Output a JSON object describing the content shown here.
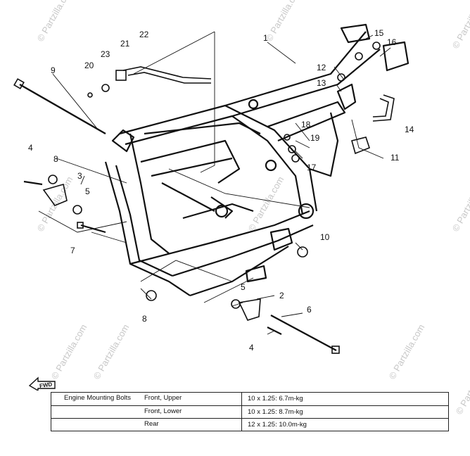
{
  "watermark": "© Partzilla.com",
  "callouts": {
    "c1": "1",
    "c2": "2",
    "c3": "3",
    "c4a": "4",
    "c4b": "4",
    "c5a": "5",
    "c5b": "5",
    "c6": "6",
    "c7": "7",
    "c8a": "8",
    "c8b": "8",
    "c9": "9",
    "c10": "10",
    "c11": "11",
    "c12": "12",
    "c13": "13",
    "c14": "14",
    "c15": "15",
    "c16": "16",
    "c17": "17",
    "c18": "18",
    "c19": "19",
    "c20": "20",
    "c21": "21",
    "c22": "22",
    "c23": "23"
  },
  "fwd_label": "FWD",
  "spec_table": {
    "title": "Engine Mounting Bolts",
    "rows": [
      {
        "position": "Front, Upper",
        "value": "10 x 1.25: 6.7m-kg"
      },
      {
        "position": "Front, Lower",
        "value": "10 x 1.25: 8.7m-kg"
      },
      {
        "position": "Rear",
        "value": "12 x 1.25: 10.0m-kg"
      }
    ]
  }
}
